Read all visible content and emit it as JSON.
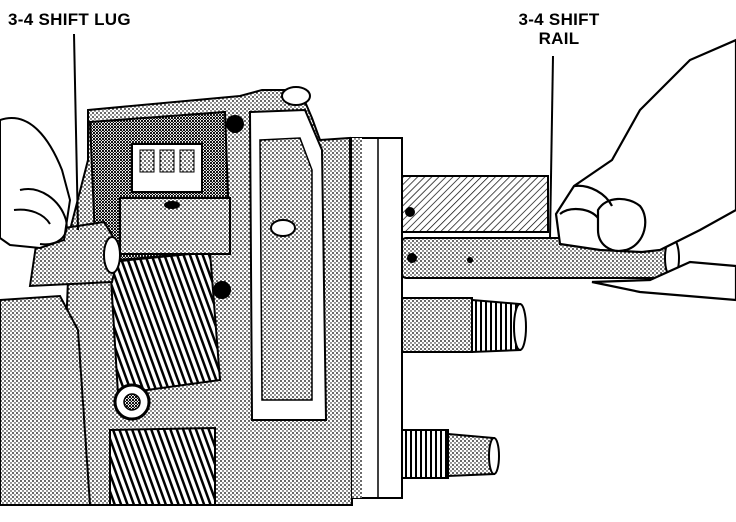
{
  "labels": {
    "shift_lug": "3-4 SHIFT LUG",
    "shift_rail_line1": "3-4 SHIFT",
    "shift_rail_line2": "RAIL"
  },
  "colors": {
    "ink": "#000000",
    "paper": "#ffffff",
    "shade": "#8a8a8a",
    "dark_shade": "#4a4a4a"
  }
}
